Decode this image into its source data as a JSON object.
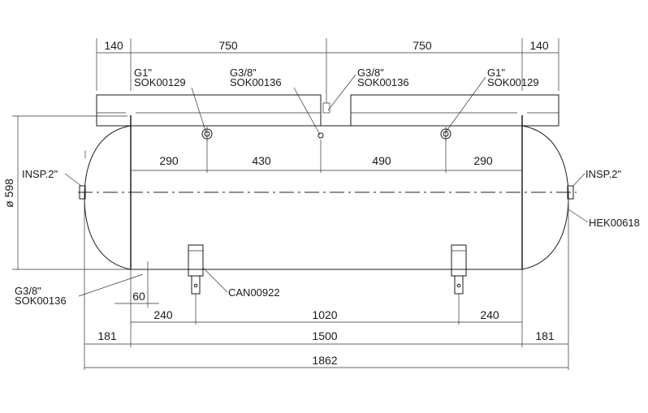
{
  "dims_top": {
    "d1": "140",
    "d2": "750",
    "d3": "750",
    "d4": "140"
  },
  "fittings": {
    "f1": {
      "size": "G1\"",
      "code": "SOK00129"
    },
    "f2": {
      "size": "G3/8\"",
      "code": "SOK00136"
    },
    "f3": {
      "size": "G3/8\"",
      "code": "SOK00136"
    },
    "f4": {
      "size": "G1\"",
      "code": "SOK00129"
    }
  },
  "dims_inner": {
    "d1": "290",
    "d2": "430",
    "d3": "490",
    "d4": "290"
  },
  "diameter": "ø 598",
  "insp_left": "INSP.2\"",
  "insp_right": "INSP.2\"",
  "shell_code": "HEK00618",
  "drain": {
    "size": "G3/8\"",
    "code": "SOK00136"
  },
  "saddle_code": "CAN00922",
  "dim_60": "60",
  "dims_saddle": {
    "d1": "240",
    "d2": "1020",
    "d3": "240"
  },
  "dims_body": {
    "d1": "181",
    "d2": "1500",
    "d3": "181"
  },
  "dim_total": "1862"
}
